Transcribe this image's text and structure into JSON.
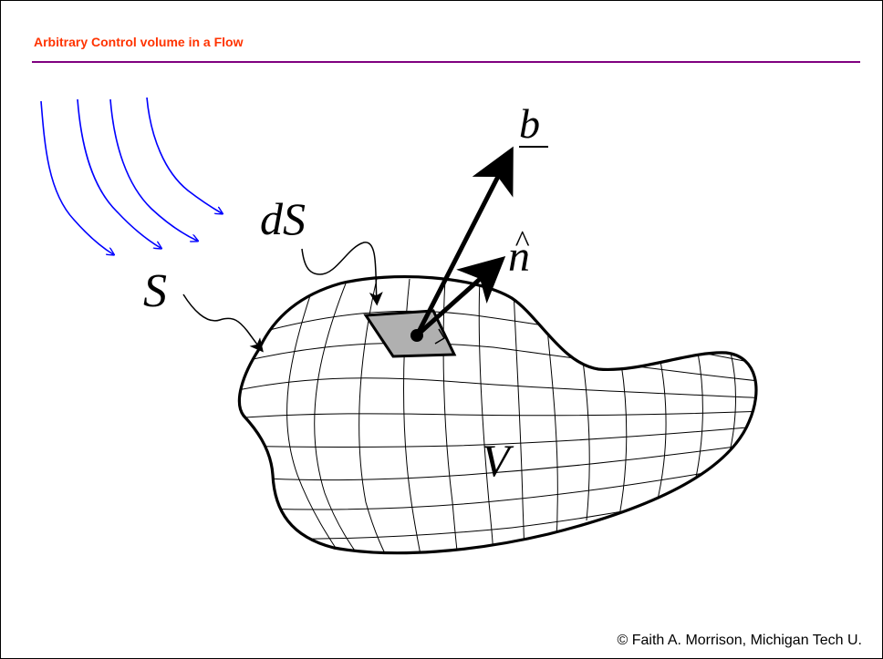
{
  "slide": {
    "title": "Arbitrary Control volume in a Flow",
    "copyright": "© Faith A. Morrison, Michigan Tech U."
  },
  "diagram": {
    "labels": {
      "surface": "S",
      "surface_element": "dS",
      "vector_b": "b",
      "normal_vector": "n",
      "normal_hat": "^",
      "volume": "V"
    }
  },
  "colors": {
    "title": "#ff3300",
    "title_rule": "#800080",
    "streamlines": "#0000ff",
    "surface_patch": "#b0b0b0",
    "outline": "#000000"
  },
  "icons": {
    "streamline_arrowheads": "arrow-icon",
    "vector_arrowheads": "arrow-icon"
  }
}
